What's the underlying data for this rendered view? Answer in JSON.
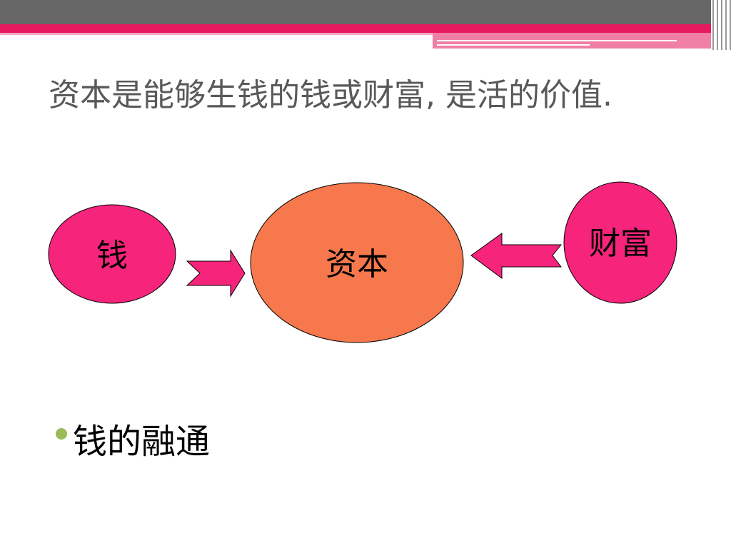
{
  "title": "资本是能够生钱的钱或财富, 是活的价值.",
  "nodes": {
    "money": "钱",
    "capital": "资本",
    "wealth": "财富"
  },
  "bullet": "钱的融通",
  "colors": {
    "top_bar": "#676767",
    "accent": "#e8195f",
    "accent_light": "#f07fa6",
    "node_pink": "#f7247b",
    "node_orange": "#f6784c",
    "bullet": "#9bbb59",
    "title_text": "#595959"
  }
}
